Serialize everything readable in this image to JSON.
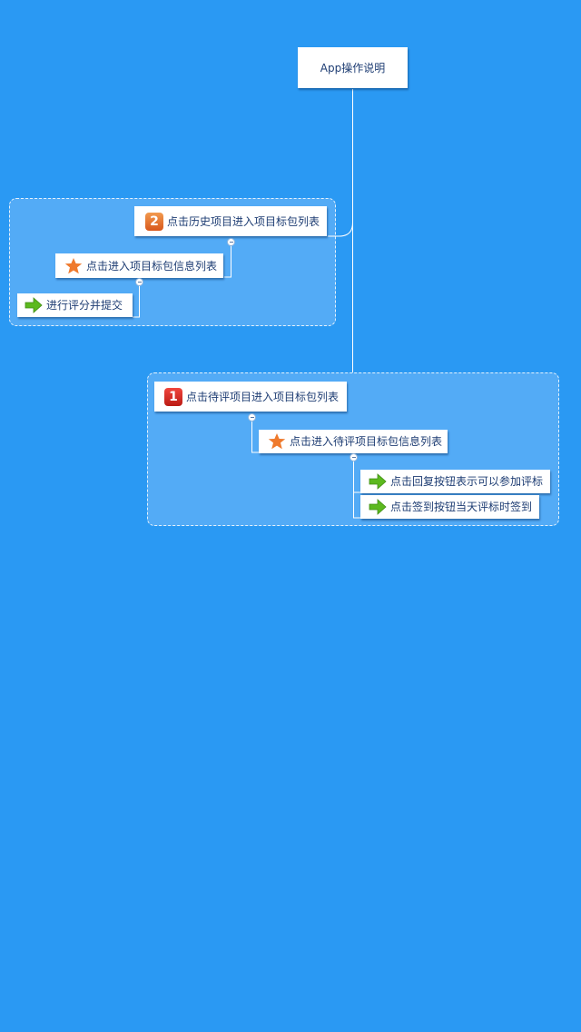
{
  "root": {
    "label": "App操作说明"
  },
  "branches": [
    {
      "badge": "2",
      "badge_color": "#e0692a",
      "label": "点击历史项目进入项目标包列表",
      "child": {
        "icon": "star-icon",
        "label": "点击进入项目标包信息列表",
        "children": [
          {
            "icon": "arrow-right-icon",
            "label": "进行评分并提交"
          }
        ]
      }
    },
    {
      "badge": "1",
      "badge_color": "#d92b23",
      "label": "点击待评项目进入项目标包列表",
      "child": {
        "icon": "star-icon",
        "label": "点击进入待评项目标包信息列表",
        "children": [
          {
            "icon": "arrow-right-icon",
            "label": "点击回复按钮表示可以参加评标"
          },
          {
            "icon": "arrow-right-icon",
            "label": "点击签到按钮当天评标时签到"
          }
        ]
      }
    }
  ],
  "colors": {
    "background": "#2a99f3",
    "node_text": "#1e3d73",
    "star": "#ef7a2d",
    "arrow": "#5cb91e"
  }
}
